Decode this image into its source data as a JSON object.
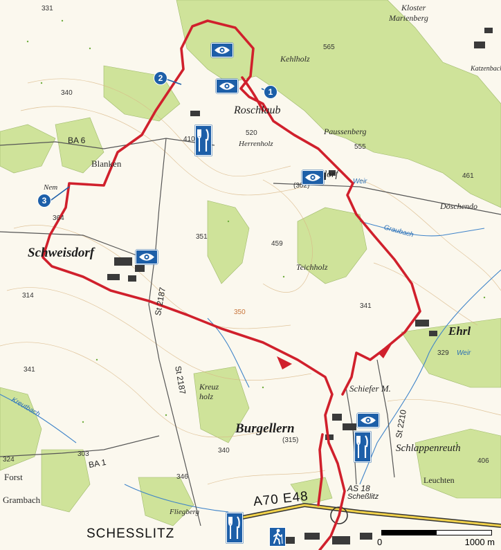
{
  "map": {
    "places": {
      "roschlaub": "Roschlaub",
      "pausdorf": "Pausdorf",
      "schweisdorf": "Schweisdorf",
      "burgellern": "Burgellern",
      "ehrl": "Ehrl",
      "schlappenreuth": "Schlappenreuth",
      "scheßlitz": "SCHESSLITZ",
      "blanken": "Blanken",
      "kehlholz": "Kehlholz",
      "kreuzholz": "Kreuz holz",
      "teichholz": "Teichholz",
      "forst": "Forst",
      "grambach": "Grambach",
      "doschendorf": "Döschendo",
      "kloster": "Kloster",
      "marienberg": "Marienberg",
      "herrenholz": "Herrenholz",
      "paussenberg": "Paussenberg",
      "leuchten": "Leuchten",
      "schiefer_m": "Schiefer M.",
      "fliegberg": "Fliegberg",
      "nemsberg": "Nem",
      "katzenbach": "Katzenbach"
    },
    "roads": {
      "ba6": "BA 6",
      "st2187_a": "St 2187",
      "st2187_b": "St 2187",
      "st2210": "St 2210",
      "ba1": "BA 1",
      "a70": "A70  E48",
      "as18": "AS 18",
      "as18b": "Scheßlitz"
    },
    "heights": {
      "h331": "331",
      "h340": "340",
      "h410": "410",
      "h520": "520",
      "h555": "555",
      "h565": "565",
      "h461": "461",
      "h302": "(302)",
      "h459": "459",
      "h351": "351",
      "h364": "364",
      "h314": "314",
      "h341": "341",
      "h341b": "341",
      "h329": "329",
      "h315": "(315)",
      "h303": "303",
      "h324": "324",
      "h340b": "340",
      "h346": "346",
      "h406": "406",
      "h350": "350"
    },
    "water": {
      "weir1": "Weir",
      "weir2": "Weir",
      "kreutbach": "Kreutbach",
      "graubach": "Graubach"
    },
    "waypoints": [
      "1",
      "2",
      "3"
    ],
    "icons": {
      "view": "eye-icon",
      "restaurant": "fork-knife-icon",
      "hiker": "hiker-icon"
    },
    "colors": {
      "route": "#d0202c",
      "forest": "#cfe39a",
      "marker": "#1d5fa8",
      "water": "#3f84c9"
    }
  },
  "scale": {
    "left_label": "0",
    "right_label": "1000 m",
    "distance_m": 1000
  }
}
